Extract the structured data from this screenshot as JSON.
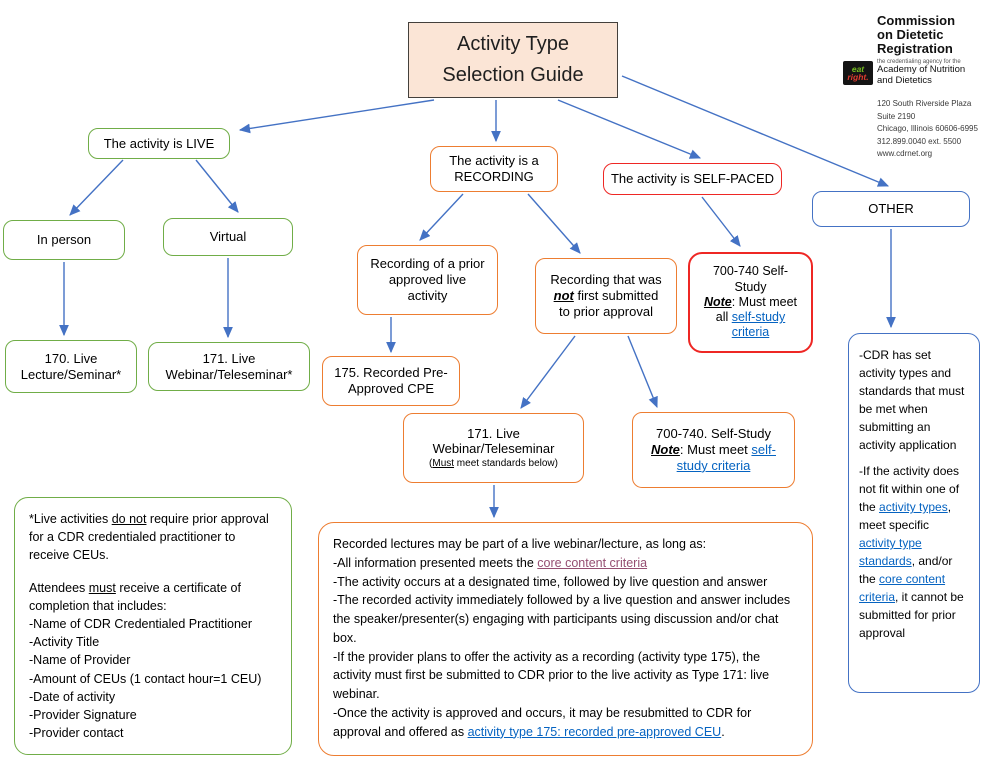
{
  "title": {
    "line1": "Activity Type",
    "line2": "Selection Guide"
  },
  "logo": {
    "name_lines": [
      "Commission",
      "on Dietetic",
      "Registration"
    ],
    "tagline": "the credentialing agency for the",
    "academy_lines": [
      "Academy of Nutrition",
      "and Dietetics"
    ],
    "eat": "eat",
    "right": "right.",
    "address_lines": [
      "120 South Riverside Plaza",
      "Suite 2190",
      "Chicago, Illinois 60606-6995",
      "312.899.0040 ext. 5500",
      "www.cdrnet.org"
    ]
  },
  "nodes": {
    "live": "The activity is LIVE",
    "recording_line1": "The activity is a",
    "recording_line2": "RECORDING",
    "self_paced": "The activity is SELF-PACED",
    "other": "OTHER",
    "in_person": "In person",
    "virtual": "Virtual",
    "lecture_line1": "170. Live",
    "lecture_line2": "Lecture/Seminar*",
    "webinar_line1": "171. Live",
    "webinar_line2": "Webinar/Teleseminar*",
    "rec_prior_line1": "Recording of a prior",
    "rec_prior_line2": "approved live",
    "rec_prior_line3": "activity",
    "rec_not_line1": "Recording that was",
    "rec_not_not": "not",
    "rec_not_line2rest": " first submitted",
    "rec_not_line3": "to prior approval",
    "cpe_line1": "175. Recorded Pre-",
    "cpe_line2": "Approved CPE",
    "live171_line1": "171. Live",
    "live171_line2": "Webinar/Teleseminar",
    "live171_note_pre": "(",
    "live171_note_must": "Must",
    "live171_note_rest": " meet standards below)",
    "ss700_line1": "700-740. Self-Study",
    "ss700_note": "Note",
    "ss700_mid": ": Must meet ",
    "ss700_link": "self-study criteria",
    "red700_line1": "700-740 Self-",
    "red700_line2": "Study",
    "red700_note": "Note",
    "red700_mid": ": Must meet all ",
    "red700_link": "self-study criteria"
  },
  "green_box": {
    "p1_pre": "*Live activities ",
    "p1_u": "do not",
    "p1_post": " require prior approval for a CDR credentialed practitioner to receive CEUs.",
    "p2_pre": "Attendees ",
    "p2_u": "must",
    "p2_post": " receive a certificate of completion that includes:",
    "items": [
      "-Name of CDR Credentialed Practitioner",
      "-Activity Title",
      "-Name of Provider",
      "-Amount of CEUs (1 contact hour=1 CEU)",
      "-Date of activity",
      "-Provider Signature",
      "-Provider contact"
    ]
  },
  "orange_box": {
    "l1": "Recorded lectures may be part of a live webinar/lecture, as long as:",
    "l2_pre": "-All information presented meets the ",
    "l2_link": "core content criteria",
    "l3": "-The activity occurs at a designated time, followed by live question and answer",
    "l4": "-The recorded activity immediately followed by a live question and answer includes the speaker/presenter(s) engaging with participants using discussion and/or chat box.",
    "l5": "-If the provider plans to offer the activity as a recording (activity type 175), the activity must first be submitted to CDR prior to the live activity as Type 171: live webinar.",
    "l6_pre": "-Once the activity is approved and occurs, it may be resubmitted to CDR for approval and offered as ",
    "l6_link": "activity type 175: recorded pre-approved CEU",
    "l6_post": "."
  },
  "blue_box": {
    "p1": "-CDR has set activity types and standards that must be met when submitting an activity application",
    "p2_t1": "-If the activity does not fit within one of the ",
    "p2_l1": "activity types",
    "p2_t2": ", meet specific ",
    "p2_l2": "activity type standards",
    "p2_t3": ", and/or the ",
    "p2_l3": "core content criteria",
    "p2_t4": ", it cannot be submitted for prior approval"
  },
  "colors": {
    "green": "#70ad47",
    "orange": "#ed7d31",
    "red": "#ee2724",
    "blue": "#4472c4",
    "arrow": "#4472c4",
    "link_blue": "#0563c1",
    "link_visited": "#954f72",
    "title_fill": "#fbe5d6"
  }
}
